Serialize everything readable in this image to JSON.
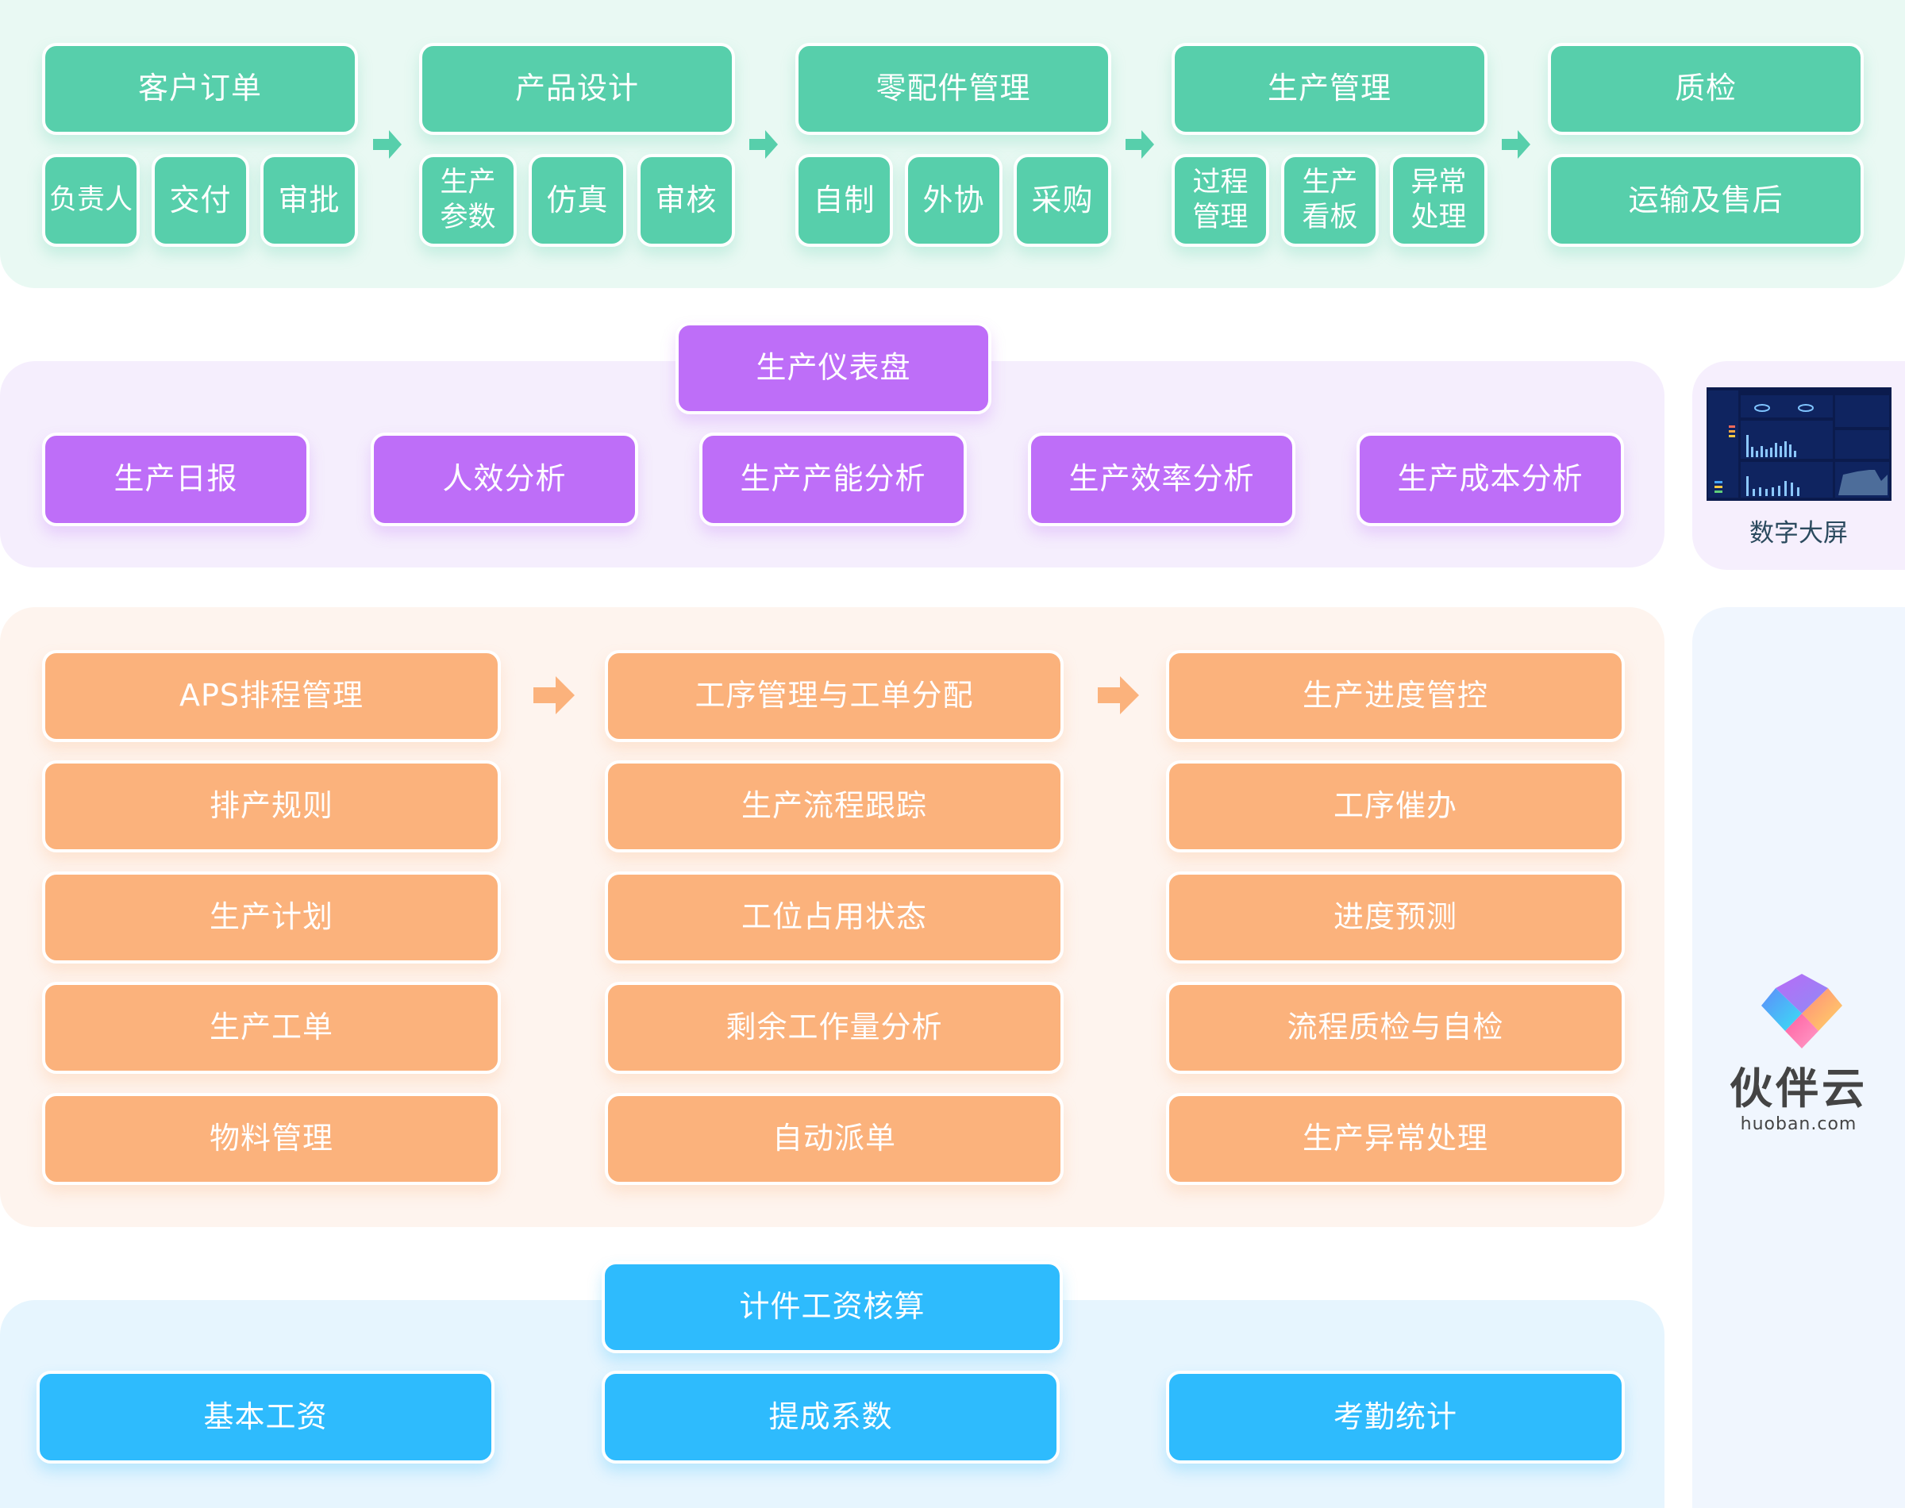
{
  "process_flow": [
    {
      "title": "客户订单",
      "items": [
        "负责人",
        "交付",
        "审批"
      ]
    },
    {
      "title": "产品设计",
      "items": [
        "生产\n参数",
        "仿真",
        "审核"
      ]
    },
    {
      "title": "零配件管理",
      "items": [
        "自制",
        "外协",
        "采购"
      ]
    },
    {
      "title": "生产管理",
      "items": [
        "过程\n管理",
        "生产\n看板",
        "异常\n处理"
      ]
    },
    {
      "title": "质检",
      "items": [
        "运输及售后"
      ]
    }
  ],
  "dashboard": {
    "title": "生产仪表盘",
    "items": [
      "生产日报",
      "人效分析",
      "生产产能分析",
      "生产效率分析",
      "生产成本分析"
    ]
  },
  "big_screen": {
    "label": "数字大屏"
  },
  "production": {
    "columns": [
      [
        "APS排程管理",
        "排产规则",
        "生产计划",
        "生产工单",
        "物料管理"
      ],
      [
        "工序管理与工单分配",
        "生产流程跟踪",
        "工位占用状态",
        "剩余工作量分析",
        "自动派单"
      ],
      [
        "生产进度管控",
        "工序催办",
        "进度预测",
        "流程质检与自检",
        "生产异常处理"
      ]
    ]
  },
  "wages": {
    "title": "计件工资核算",
    "items": [
      "基本工资",
      "提成系数",
      "考勤统计"
    ]
  },
  "brand": {
    "name": "伙伴云",
    "domain": "huoban.com"
  },
  "colors": {
    "green": "#57CFAB",
    "purple": "#BE6EF8",
    "orange": "#FBB27C",
    "blue": "#2EBBFD"
  }
}
